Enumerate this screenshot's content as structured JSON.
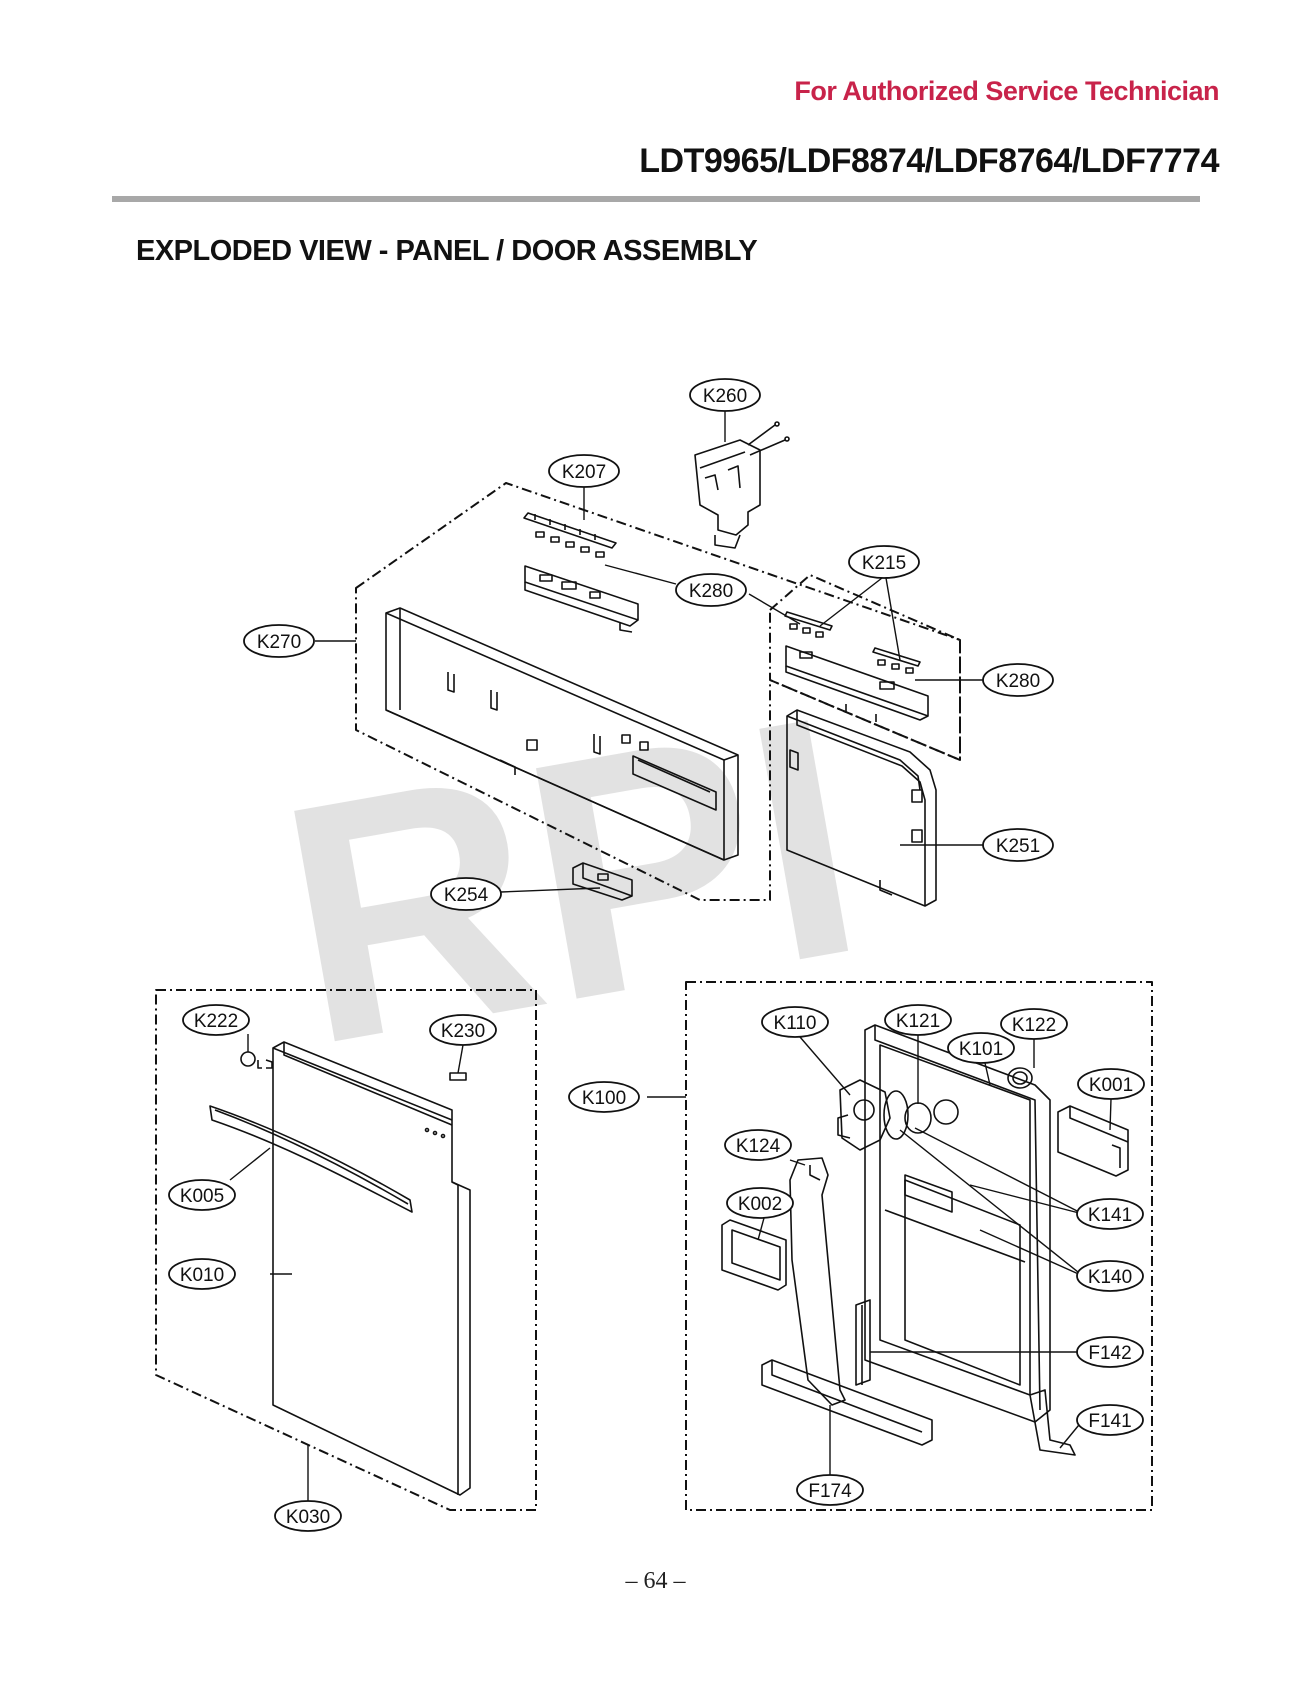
{
  "header": {
    "note": "For Authorized Service Technician",
    "note_color": "#c8234a",
    "models": "LDT9965/LDF8874/LDF8764/LDF7774"
  },
  "section": {
    "title": "EXPLODED VIEW - PANEL / DOOR ASSEMBLY"
  },
  "watermark": {
    "text": "RPI"
  },
  "callouts": {
    "k260": "K260",
    "k207": "K207",
    "k215": "K215",
    "k280a": "K280",
    "k280b": "K280",
    "k270": "K270",
    "k251": "K251",
    "k254": "K254",
    "k222": "K222",
    "k230": "K230",
    "k005": "K005",
    "k010": "K010",
    "k030": "K030",
    "k100": "K100",
    "k110": "K110",
    "k121": "K121",
    "k122": "K122",
    "k101": "K101",
    "k001": "K001",
    "k124": "K124",
    "k002": "K002",
    "k141": "K141",
    "k140": "K140",
    "f142": "F142",
    "f141": "F141",
    "f174": "F174"
  },
  "footer": {
    "page_number": "– 64 –"
  }
}
